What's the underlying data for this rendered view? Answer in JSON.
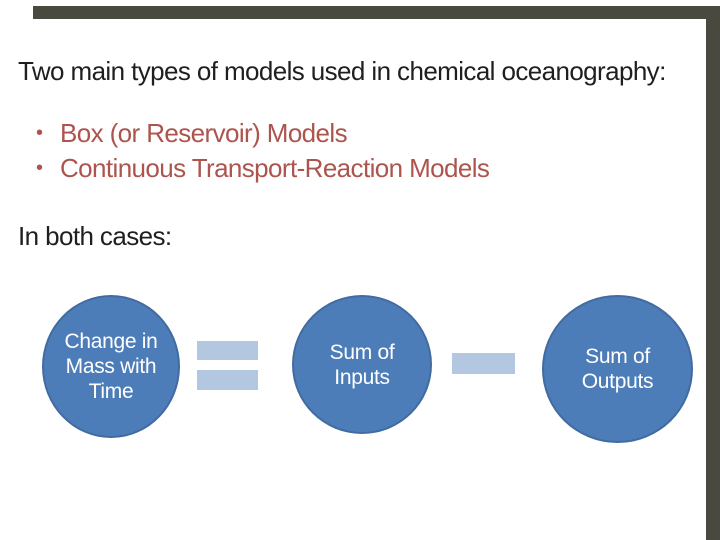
{
  "slide": {
    "title": "Two main types of models used in chemical oceanography:",
    "bullets": {
      "marker": "•",
      "items": [
        {
          "text": "Box (or Reservoir) Models"
        },
        {
          "text": "Continuous Transport-Reaction Models"
        }
      ]
    },
    "subheading": "In both cases:",
    "diagram": {
      "circles": [
        {
          "name": "change-in-mass-with-time",
          "lines": [
            "Change in",
            "Mass with",
            "Time"
          ]
        },
        {
          "name": "sum-of-inputs",
          "lines": [
            "Sum of",
            "Inputs"
          ]
        },
        {
          "name": "sum-of-outputs",
          "lines": [
            "Sum of",
            "Outputs"
          ]
        }
      ],
      "operators": [
        {
          "type": "equals"
        },
        {
          "type": "minus"
        }
      ]
    },
    "colors": {
      "background": "#ffffff",
      "title_text": "#1f1f1f",
      "bullet_text": "#ad544e",
      "circle_fill": "#4d7db9",
      "circle_border": "#416ba1",
      "circle_text": "#ffffff",
      "operator_bar": "#b4c7e0",
      "shadow_border": "#4a493f"
    }
  }
}
